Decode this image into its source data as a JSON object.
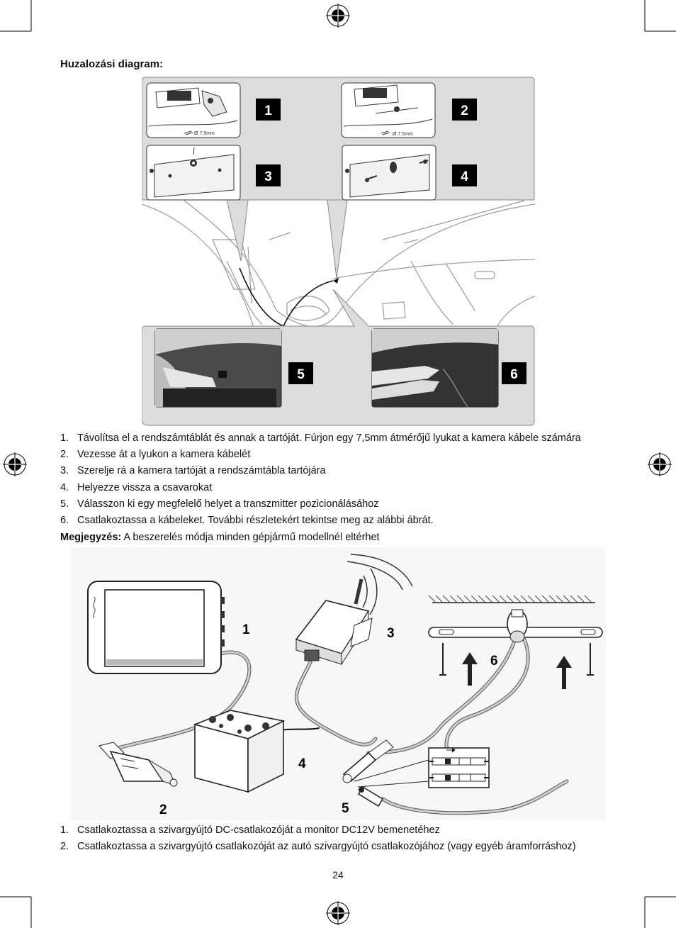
{
  "heading": "Huzalozási diagram:",
  "figure1": {
    "step_badges": [
      "1",
      "2",
      "3",
      "4",
      "5",
      "6"
    ],
    "drill_label_1": "Ø 7.5mm",
    "drill_label_2": "Ø 7.5mm"
  },
  "steps": [
    {
      "num": "1.",
      "text": "Távolítsa el a rendszámtáblát és annak a tartóját. Fúrjon egy 7,5mm átmérőjű lyukat a kamera kábele számára"
    },
    {
      "num": "2.",
      "text": "Vezesse át a lyukon a kamera kábelét"
    },
    {
      "num": "3.",
      "text": "Szerelje rá a kamera tartóját a rendszámtábla tartójára"
    },
    {
      "num": "4.",
      "text": "Helyezze vissza a csavarokat"
    },
    {
      "num": "5.",
      "text": "Válasszon ki egy megfelelő helyet a transzmitter pozicionálásához"
    },
    {
      "num": "6.",
      "text": "Csatlakoztassa a kábeleket. További részletekért tekintse meg az alábbi ábrát."
    }
  ],
  "note": {
    "label": "Megjegyzés:",
    "text": " A beszerelés módja minden gépjármű modellnél eltérhet"
  },
  "figure2": {
    "callouts": [
      "1",
      "2",
      "3",
      "4",
      "5",
      "6"
    ]
  },
  "steps2": [
    {
      "num": "1.",
      "text": "Csatlakoztassa a szivargyújtó DC-csatlakozóját a monitor DC12V bemenetéhez"
    },
    {
      "num": "2.",
      "text": "Csatlakoztassa a szivargyújtó csatlakozóját az autó szivargyújtó csatlakozójához (vagy egyéb áramforráshoz)"
    }
  ],
  "page_number": "24"
}
